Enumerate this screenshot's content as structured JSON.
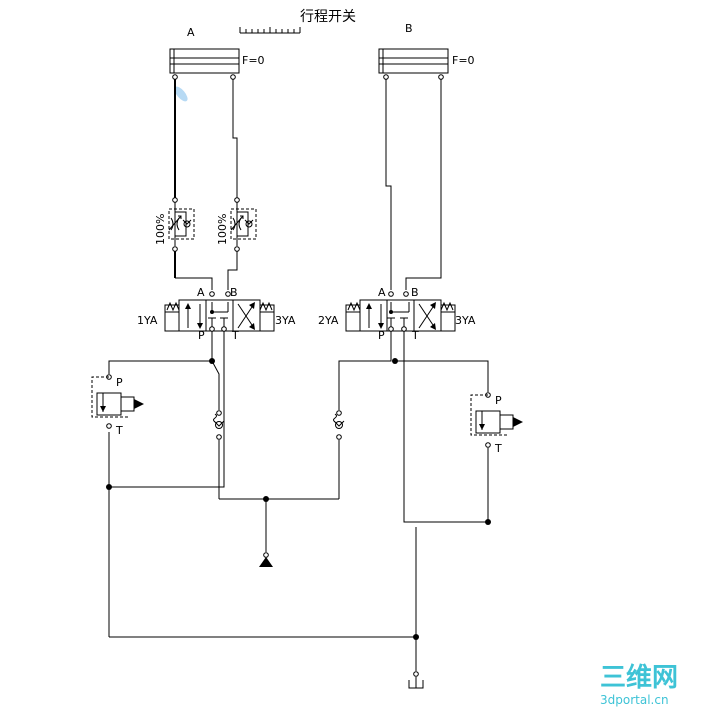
{
  "title": "行程开关",
  "cylinder_a": {
    "label": "A",
    "force": "F=0"
  },
  "cylinder_b": {
    "label": "B",
    "force": "F=0"
  },
  "throttle_a1": {
    "setting": "100%"
  },
  "throttle_a2": {
    "setting": "100%"
  },
  "valve_a": {
    "port_a": "A",
    "port_b": "B",
    "port_p": "P",
    "port_t": "T",
    "sol_left": "1YA",
    "sol_right": "3YA"
  },
  "valve_b": {
    "port_a": "A",
    "port_b": "B",
    "port_p": "P",
    "port_t": "T",
    "sol_left": "2YA",
    "sol_right": "3YA"
  },
  "relief_left": {
    "port_p": "P",
    "port_t": "T"
  },
  "relief_right": {
    "port_p": "P",
    "port_t": "T"
  },
  "watermark": {
    "logo": "三维网",
    "site": "3dportal.cn"
  },
  "colors": {
    "line": "#000000",
    "highlight": "#9fcdf0",
    "watermark": "#3ec3d6"
  }
}
